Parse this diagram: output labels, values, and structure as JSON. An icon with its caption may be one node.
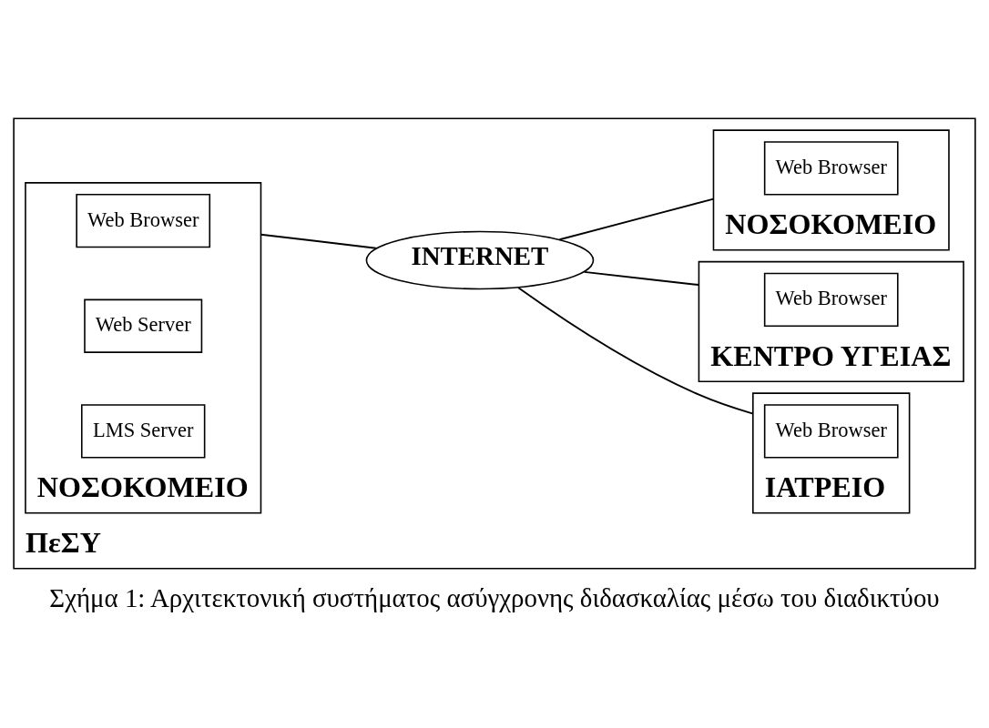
{
  "diagram": {
    "caption": "Σχήμα 1: Αρχιτεκτονική συστήματος ασύγχρονης διδασκαλίας μέσω του διαδικτύου",
    "nodes": [
      {
        "text": [
          "ΠεΣΥ"
        ]
      },
      {
        "text": [
          "ΙΑΤΡΕΙΟ"
        ],
        "in": 0
      },
      {
        "text": [
          "Web Browser"
        ],
        "in": 1
      },
      {
        "text": [
          "ΝΟΣΟΚΟΜΕΙΟ"
        ],
        "in": 0
      },
      {
        "text": [
          "Web Browser"
        ],
        "in": 3
      },
      {
        "text": [
          "Web Server"
        ],
        "in": 3
      },
      {
        "text": [
          "LMS Server"
        ],
        "in": 3
      },
      {
        "text": [
          "INTERNET"
        ],
        "in": 0
      },
      {
        "text": [
          "ΚΕΝΤΡΟ ΥΓΕΙΑΣ"
        ],
        "in": 0
      },
      {
        "text": [
          "Web Browser"
        ],
        "in": 8
      },
      {
        "text": [
          "ΝΟΣΟΚΟΜΕΙΟ"
        ],
        "in": 0
      },
      {
        "text": [
          "Web Browser"
        ],
        "in": 10
      }
    ],
    "edges": [
      {
        "from": 3,
        "to": 7,
        "arrow": "none"
      },
      {
        "from": 7,
        "to": 1,
        "arrow": "none"
      },
      {
        "from": 7,
        "to": 8,
        "arrow": "none"
      },
      {
        "from": 7,
        "to": 10,
        "arrow": "none"
      }
    ]
  }
}
